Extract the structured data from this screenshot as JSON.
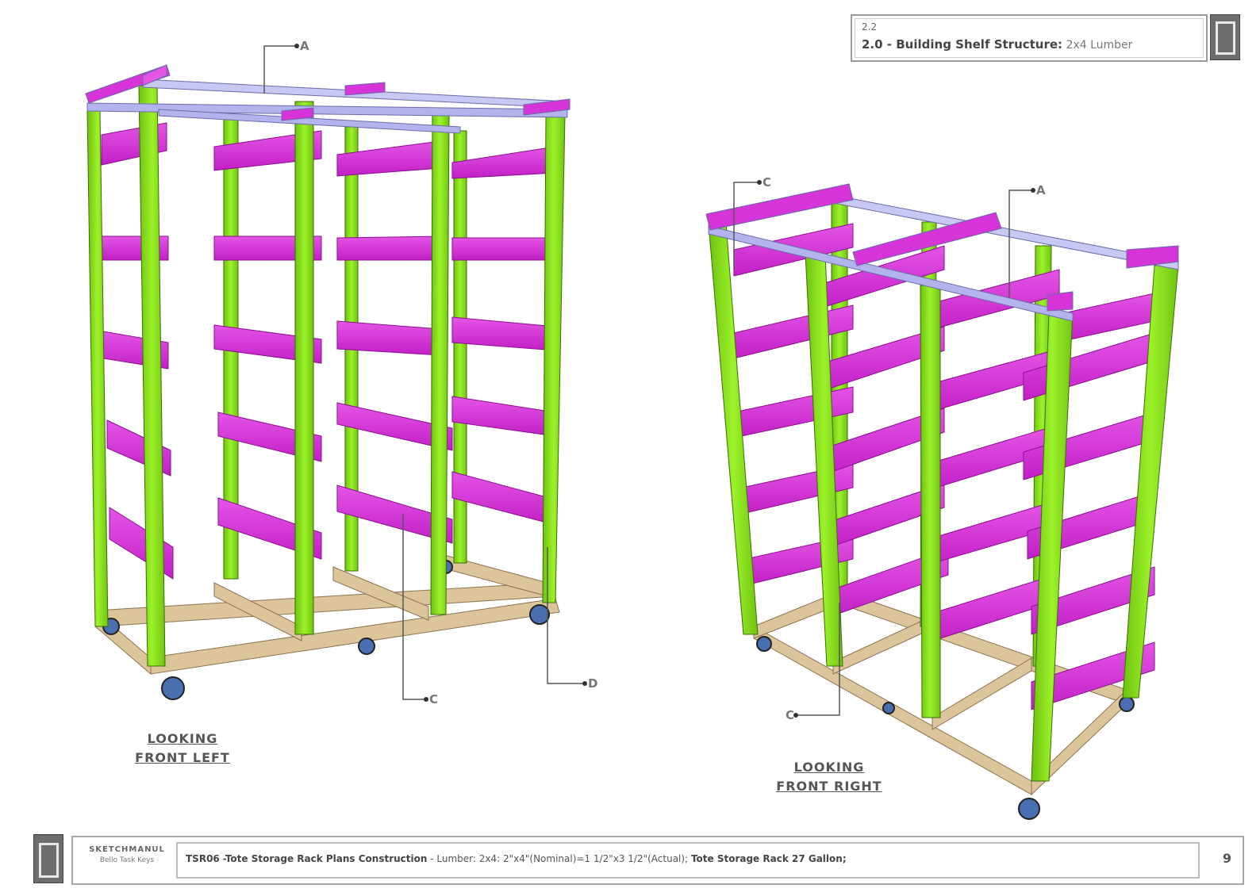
{
  "title_block": {
    "step_number": "2.2",
    "heading": "2.0 - Building Shelf Structure:",
    "subheading": " 2x4 Lumber"
  },
  "views": [
    {
      "label_line1": "LOOKING",
      "label_line2": "FRONT LEFT"
    },
    {
      "label_line1": "LOOKING",
      "label_line2": "FRONT RIGHT"
    }
  ],
  "callouts": {
    "left_a": "A",
    "left_c": "C",
    "left_d": "D",
    "right_c_top": "C",
    "right_a": "A",
    "right_c_bottom": "C"
  },
  "footer": {
    "brand_line1": "SKETCHMANUL",
    "brand_line2": "Bello Task Keys",
    "project_code": "TSR06",
    "project_title": "-Tote Storage Rack Plans Construction",
    "lumber_spec": "- Lumber: 2x4: 2\"x4\"(Nominal)=1 1/2\"x3 1/2\"(Actual);",
    "tote_spec": "Tote Storage Rack 27 Gallon;",
    "page_number": "9"
  },
  "colors": {
    "post_green": "#8ce619",
    "shelf_magenta": "#d633d9",
    "top_rail_lavender": "#b3b3ee",
    "base_wood": "#dcc59a",
    "caster_blue": "#4a6fb0"
  }
}
